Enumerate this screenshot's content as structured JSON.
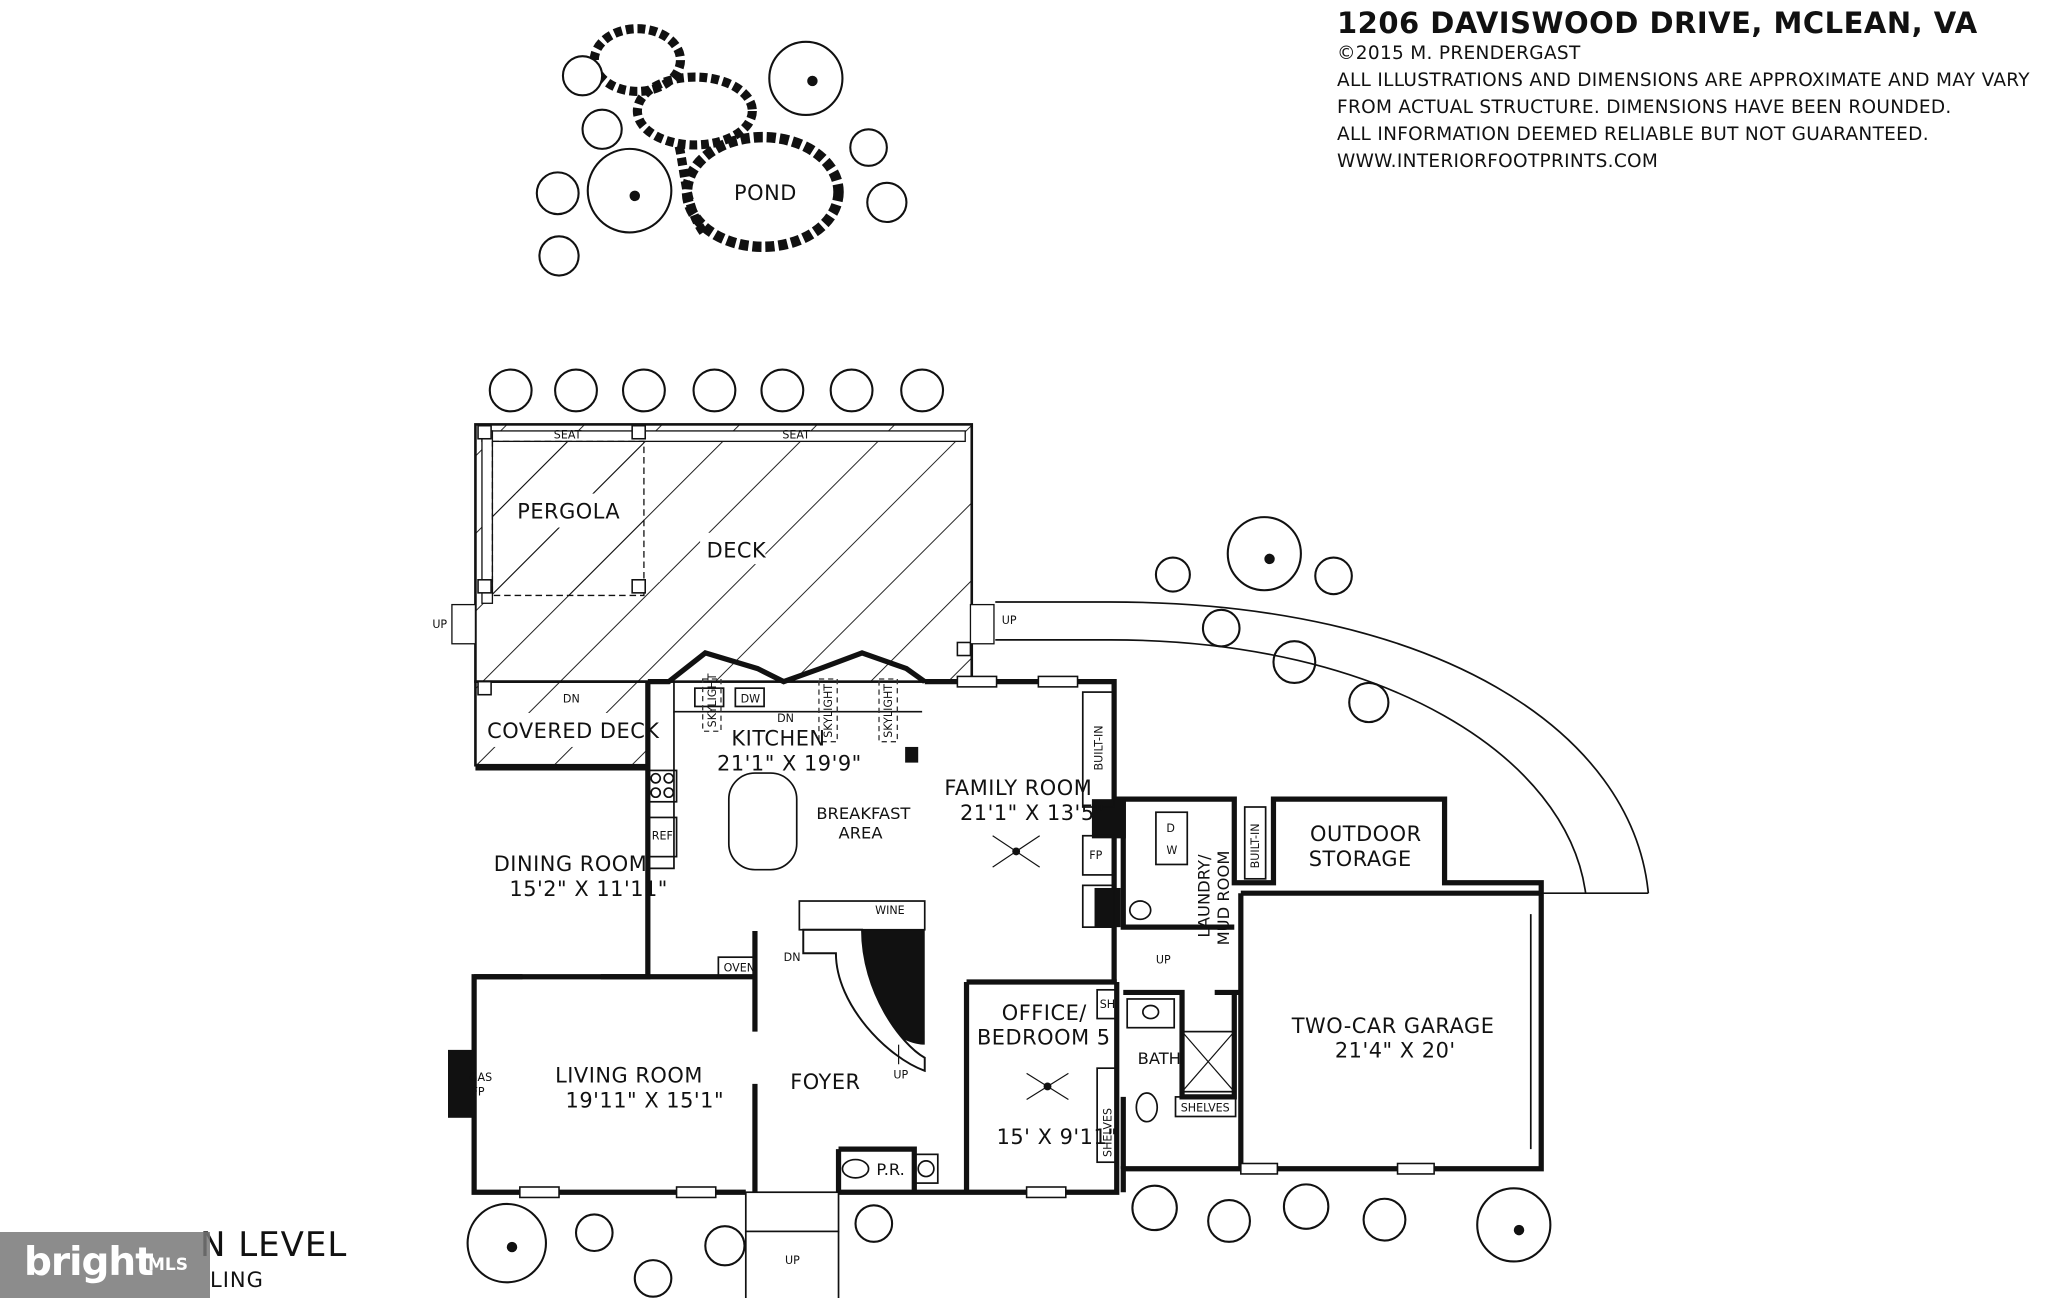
{
  "header": {
    "address": "1206 DAVISWOOD DRIVE, MCLEAN, VA",
    "copyright": "©2015 M. PRENDERGAST",
    "disclaimer": [
      "ALL ILLUSTRATIONS AND DIMENSIONS ARE APPROXIMATE AND MAY VARY",
      "FROM ACTUAL STRUCTURE. DIMENSIONS HAVE BEEN ROUNDED.",
      "ALL INFORMATION DEEMED RELIABLE BUT NOT GUARANTEED.",
      "WWW.INTERIORFOOTPRINTS.COM"
    ]
  },
  "exterior": {
    "pond": "POND",
    "pergola": "PERGOLA",
    "deck": "DECK",
    "covered_deck": "COVERED DECK",
    "seat": "SEAT",
    "outdoor_storage_1": "OUTDOOR",
    "outdoor_storage_2": "STORAGE"
  },
  "rooms": {
    "kitchen": {
      "name": "KITCHEN",
      "dims": "21'1\" X 19'9\""
    },
    "breakfast_1": "BREAKFAST",
    "breakfast_2": "AREA",
    "family": {
      "name": "FAMILY ROOM",
      "dims": "21'1\" X 13'5\""
    },
    "dining": {
      "name": "DINING ROOM",
      "dims": "15'2\" X 11'11\""
    },
    "living": {
      "name": "LIVING ROOM",
      "dims": "19'11\" X 15'1\""
    },
    "foyer": "FOYER",
    "office_1": "OFFICE/",
    "office_2": "BEDROOM 5",
    "office_dims": "15' X 9'11\"",
    "bath": "BATH",
    "pr": "P.R.",
    "laundry_1": "LAUNDRY/",
    "laundry_2": "MUD ROOM",
    "garage": {
      "name": "TWO-CAR GARAGE",
      "dims": "21'4\" X 20'"
    }
  },
  "fixtures": {
    "up": "UP",
    "dn": "DN",
    "dw": "DW",
    "ref": "REF",
    "oven": "OVEN",
    "wine": "WINE",
    "skylight": "SKYLIGHT",
    "built_in": "BUILT-IN",
    "fp": "FP",
    "gas_fp_1": "GAS",
    "gas_fp_2": "FP",
    "sh": "SH",
    "shelves": "SHELVES",
    "d": "D",
    "w": "W"
  },
  "footer": {
    "level": "N LEVEL",
    "ceiling": "LING",
    "watermark": "bright",
    "watermark_mls": "MLS"
  }
}
